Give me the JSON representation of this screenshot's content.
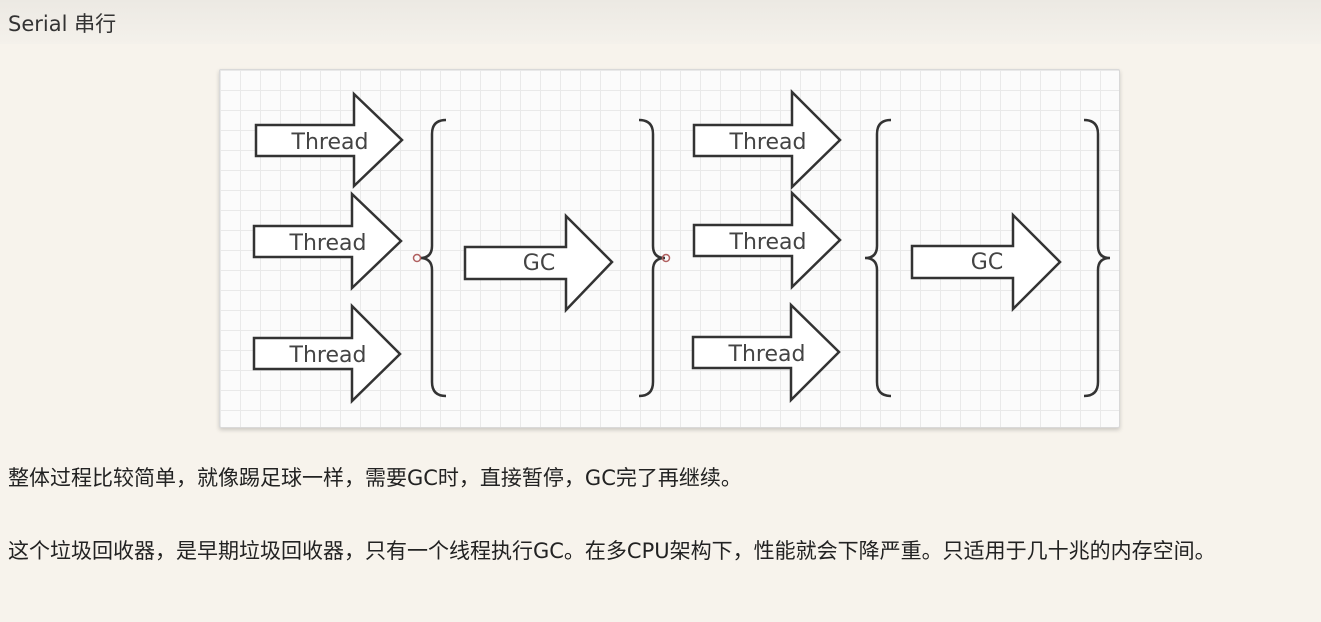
{
  "heading": "Serial 串行",
  "diagram": {
    "left_arrows": [
      "Thread",
      "Thread",
      "Thread"
    ],
    "left_gc": "GC",
    "right_arrows": [
      "Thread",
      "Thread",
      "Thread"
    ],
    "right_gc": "GC"
  },
  "paragraphs": {
    "p1": "整体过程比较简单，就像踢足球一样，需要GC时，直接暂停，GC完了再继续。",
    "p2": "这个垃圾回收器，是早期垃圾回收器，只有一个线程执行GC。在多CPU架构下，性能就会下降严重。只适用于几十兆的内存空间。"
  }
}
